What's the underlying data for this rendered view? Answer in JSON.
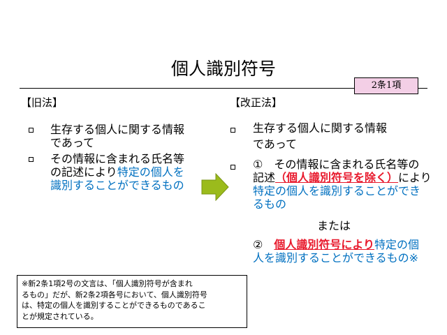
{
  "title": "個人識別符号",
  "reference": "2条1項",
  "old_law": {
    "heading": "【旧法】",
    "item1": {
      "line1": "生存する個人に関する情報",
      "line2": "であって"
    },
    "item2": {
      "line1": "その情報に含まれる氏名等",
      "line2_a": "の記述により",
      "line2_b": "特定の個人を",
      "line3": "識別することができるもの"
    }
  },
  "new_law": {
    "heading": "【改正法】",
    "item1": {
      "line1": "生存する個人に関する情報",
      "line2": "であって"
    },
    "item2": {
      "line1": "①　その情報に含まれる氏名等の",
      "line2_a": "記述",
      "line2_b": "（個人識別符号を除く）",
      "line2_c": "により",
      "line3": "特定の個人を識別することができ",
      "line4": "るもの",
      "or": "または",
      "line5_a": "②　",
      "line5_b": "個人識別符号により",
      "line5_c": "特定の個",
      "line6": "人を識別することができるもの※"
    }
  },
  "note": {
    "line1": "※新2条1項2号の文言は、「個人識別符号が含まれ",
    "line2": "るもの」だが、新2条2項各号において、個人識別符号",
    "line3": "は、特定の個人を識別することができるものであるこ",
    "line4": "とが規定されている。"
  },
  "colors": {
    "blue": "#0070c0",
    "red": "#e8192c",
    "badge": "#f3cfe6",
    "arrow": "#9bbb1c"
  },
  "icons": {
    "bullet": "hollow-square-bullet-icon",
    "arrow": "right-arrow-icon"
  }
}
